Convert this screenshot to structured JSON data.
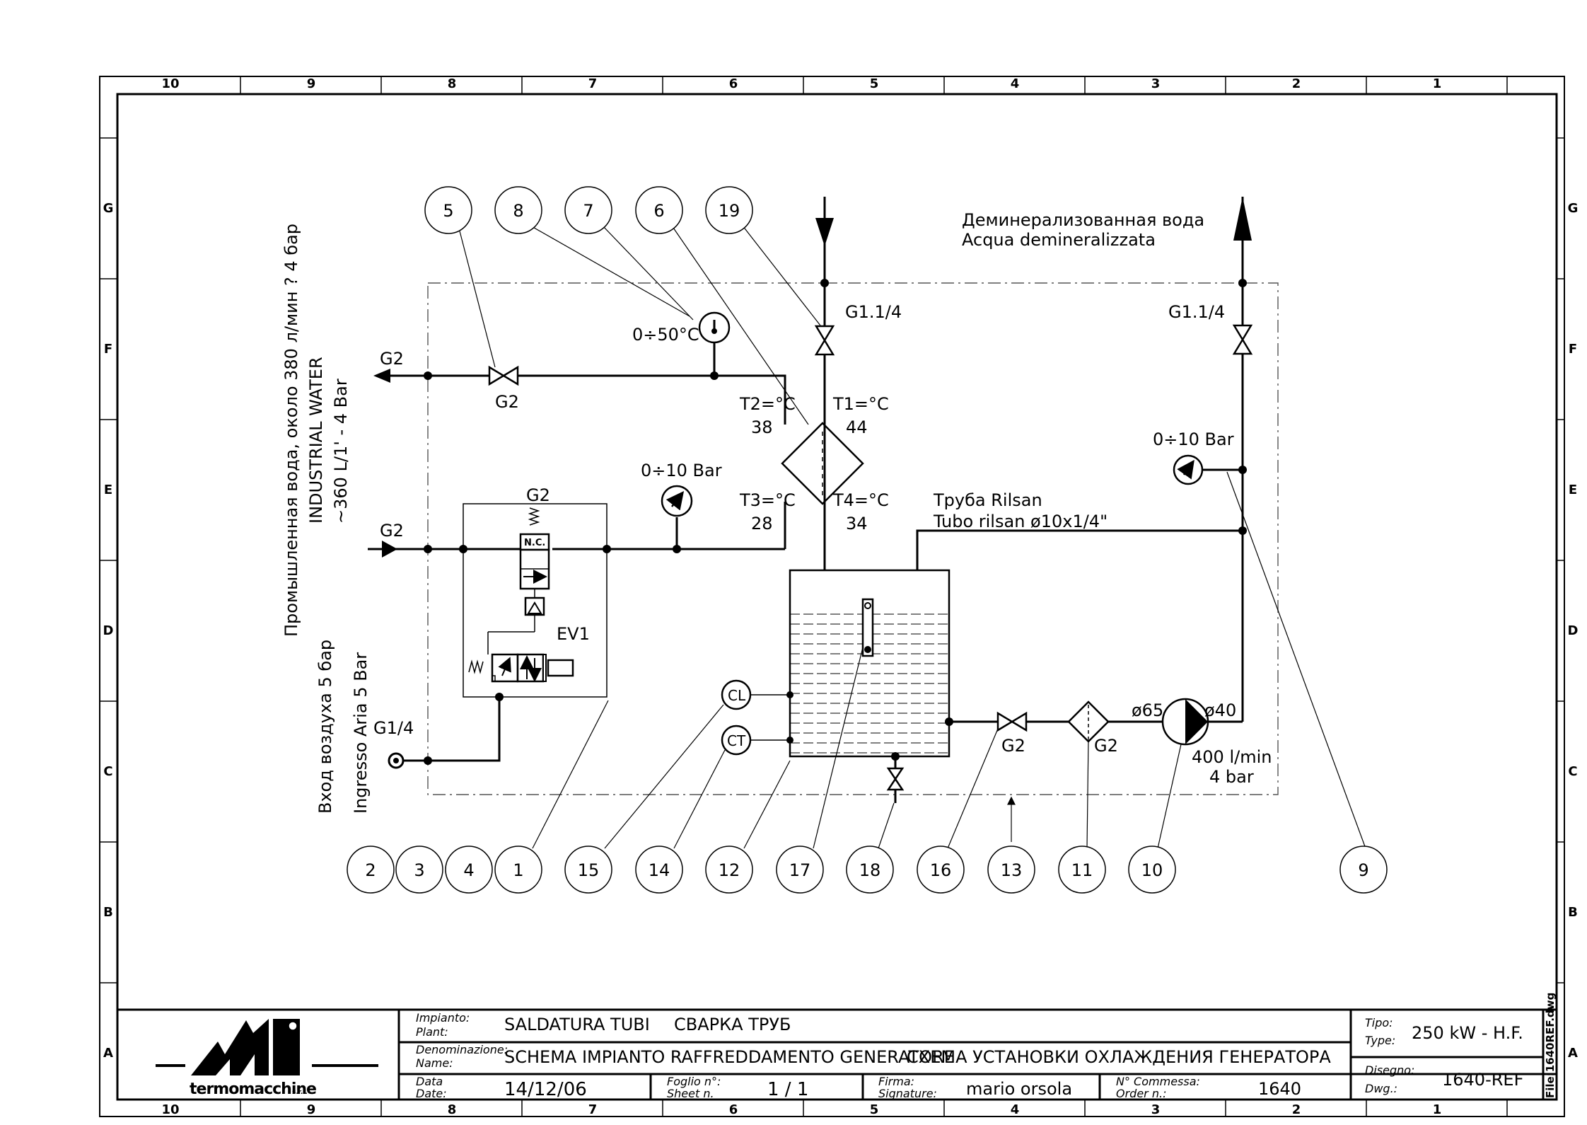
{
  "frame": {
    "col_numbers": [
      "10",
      "9",
      "8",
      "7",
      "6",
      "5",
      "4",
      "3",
      "2",
      "1"
    ],
    "row_letters": [
      "G",
      "F",
      "E",
      "D",
      "C",
      "B",
      "A"
    ]
  },
  "labels": {
    "industrial_water_ru": "Промышленная вода, около 380 л/мин ? 4 бар",
    "industrial_water_en": "INDUSTRIAL WATER",
    "industrial_water_spec": "~360 L/1' - 4 Bar",
    "air_inlet_ru": "Вход воздуха 5 бар",
    "air_inlet_it": "Ingresso Aria 5 Bar",
    "demin_ru": "Деминерализованная вода",
    "demin_it": "Acqua demineralizzata",
    "pipe_ru": "Труба Rilsan",
    "pipe_it": "Tubo rilsan ø10x1/4\"",
    "g2_out": "G2",
    "g2_in": "G2",
    "g2_valve": "G2",
    "g2_ev1": "G2",
    "g14_air": "G1/4",
    "g114_left": "G1.1/4",
    "g114_right": "G1.1/4",
    "therm_range": "0÷50°C",
    "gauge_left_range": "0÷10 Bar",
    "gauge_right_range": "0÷10 Bar",
    "ev1": "EV1",
    "nc": "N.C.",
    "t2": "T2=°C",
    "t2_val": "38",
    "t1": "T1=°C",
    "t1_val": "44",
    "t3": "T3=°C",
    "t3_val": "28",
    "t4": "T4=°C",
    "t4_val": "34",
    "cl": "CL",
    "ct": "CT",
    "g2_ball": "G2",
    "g2_filter": "G2",
    "d65": "ø65",
    "d40": "ø40",
    "pump_flow": "400 l/min",
    "pump_pressure": "4 bar"
  },
  "bubbles_top": [
    "5",
    "8",
    "7",
    "6",
    "19"
  ],
  "bubbles_bottom": [
    "2",
    "3",
    "4",
    "1",
    "15",
    "14",
    "12",
    "17",
    "18",
    "16",
    "13",
    "11",
    "10",
    "9"
  ],
  "titleblock": {
    "logo_text": "termomacchine",
    "logo_suffix": "s.r.l.",
    "plant_label": "Impianto:",
    "plant_label_en": "Plant:",
    "plant_it": "SALDATURA TUBI",
    "plant_ru": "СВАРКА ТРУБ",
    "name_label": "Denominazione:",
    "name_label_en": "Name:",
    "name_it": "SCHEMA IMPIANTO RAFFREDDAMENTO GENERATORE",
    "name_ru": "СХЕМА УСТАНОВКИ ОХЛАЖДЕНИЯ ГЕНЕРАТОРА",
    "date_label": "Data",
    "date_label_en": "Date:",
    "date_value": "14/12/06",
    "sheet_label": "Foglio n°:",
    "sheet_label_en": "Sheet n.",
    "sheet_value": "1 / 1",
    "signature_label": "Firma:",
    "signature_label_en": "Signature:",
    "signature_value": "mario orsola",
    "order_label": "N° Commessa:",
    "order_label_en": "Order n.:",
    "order_value": "1640",
    "type_label": "Tipo:",
    "type_label_en": "Type:",
    "type_value": "250 kW - H.F.",
    "dwg_label": "Disegno:",
    "dwg_label_en": "Dwg.:",
    "dwg_value": "1640-REF",
    "file_value": "File:1640REF.dwg"
  }
}
